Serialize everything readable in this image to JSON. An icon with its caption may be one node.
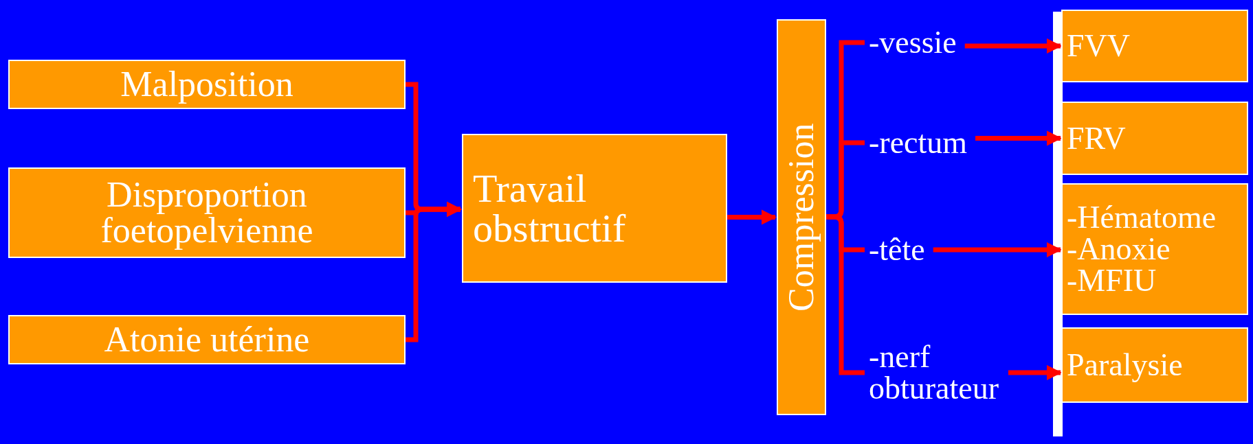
{
  "diagram": {
    "nodes": [
      {
        "text": [
          "Malposition"
        ]
      },
      {
        "text": [
          "Disproportion foetopelvienne"
        ]
      },
      {
        "text": [
          "Atonie utérine"
        ]
      },
      {
        "text": [
          "Travail obstructif"
        ]
      },
      {
        "text": [
          "Compression"
        ]
      },
      {
        "text": [
          "-vessie"
        ]
      },
      {
        "text": [
          "-rectum"
        ]
      },
      {
        "text": [
          "-tête"
        ]
      },
      {
        "text": [
          "-nerf obturateur"
        ]
      },
      {
        "text": [
          "FVV"
        ]
      },
      {
        "text": [
          "FRV"
        ]
      },
      {
        "text": [
          "-Hématome",
          "-Anoxie",
          "-MFIU"
        ]
      },
      {
        "text": [
          "Paralysie"
        ]
      },
      {
        "text": [],
        "shape": "bar"
      }
    ],
    "edges": [
      {
        "from": 0,
        "to": 3,
        "arrow": "to"
      },
      {
        "from": 1,
        "to": 3,
        "arrow": "to"
      },
      {
        "from": 2,
        "to": 3,
        "arrow": "to"
      },
      {
        "from": 3,
        "to": 4,
        "arrow": "to"
      },
      {
        "from": 4,
        "to": 5,
        "arrow": "none"
      },
      {
        "from": 4,
        "to": 6,
        "arrow": "none"
      },
      {
        "from": 4,
        "to": 7,
        "arrow": "none"
      },
      {
        "from": 4,
        "to": 8,
        "arrow": "none"
      },
      {
        "from": 5,
        "to": 9,
        "arrow": "to"
      },
      {
        "from": 6,
        "to": 10,
        "arrow": "to"
      },
      {
        "from": 7,
        "to": 11,
        "arrow": "to"
      },
      {
        "from": 8,
        "to": 12,
        "arrow": "to"
      }
    ]
  }
}
